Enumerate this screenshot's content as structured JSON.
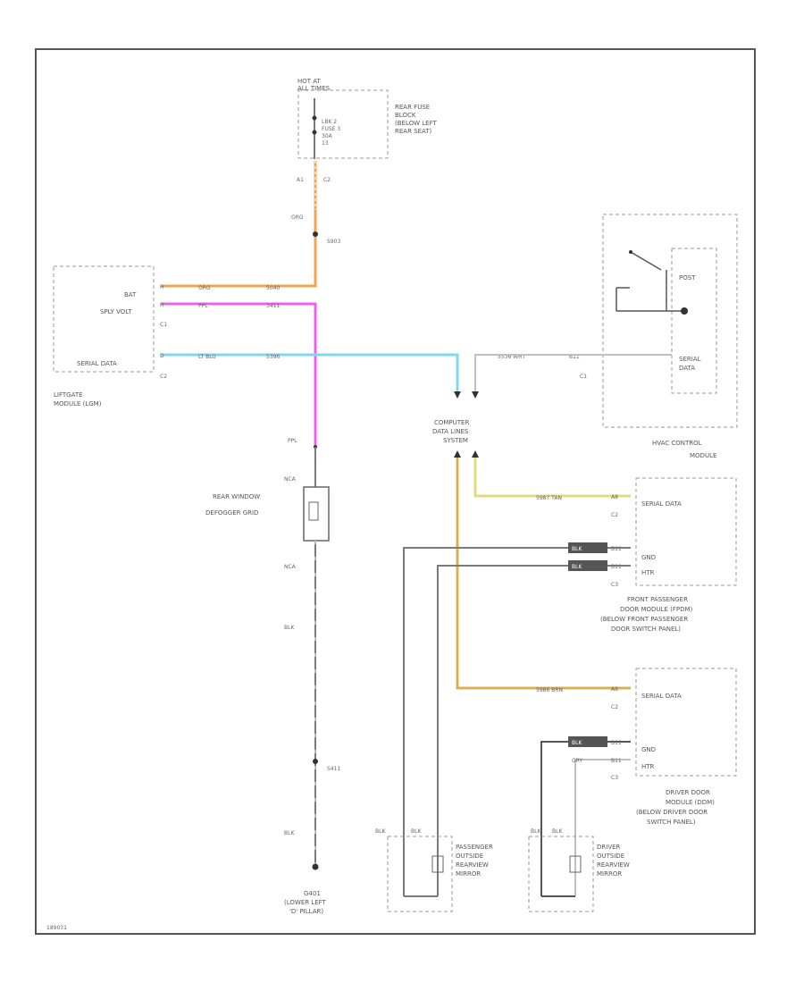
{
  "colors": {
    "orange": "#f4a450",
    "pink": "#f060f0",
    "cyan": "#80d8f0",
    "tan": "#d8b050",
    "yellow": "#e8d878",
    "gray": "#7a7a7a",
    "dark": "#444444"
  },
  "rear_fuse": {
    "hot": [
      "HOT AT",
      "ALL TIMES"
    ],
    "fuse": [
      "LBK 2",
      "FUSE 3",
      "30A"
    ],
    "fuse_num": "13",
    "box": [
      "REAR FUSE",
      "BLOCK",
      "(BELOW LEFT",
      "REAR SEAT)"
    ],
    "pin": "A1",
    "conn": "C2",
    "wire": "ORG",
    "splice": "S903"
  },
  "liftgate": {
    "labels": [
      "BAT",
      "SPLY VOLT",
      "SERIAL DATA"
    ],
    "pins": [
      "H",
      "H",
      "D"
    ],
    "conns": [
      "C1",
      "C2"
    ],
    "wires": [
      "ORG",
      "PPL",
      "LT BLU"
    ],
    "circuits": [
      "5040",
      "3411",
      "5396"
    ],
    "name": [
      "LIFTGATE",
      "MODULE (LGM)"
    ]
  },
  "defogger": {
    "wire_ppl": "PPL",
    "label": [
      "REAR WINDOW",
      "DEFOGGER GRID"
    ],
    "nca_top": "NCA",
    "nca_bot": "NCA",
    "wire_blk": "BLK",
    "splice": "S411",
    "wire_blk2": "BLK",
    "ground": [
      "G401",
      "(LOWER LEFT",
      "'D' PILLAR)"
    ]
  },
  "hvac": {
    "wire": "5536 WHT",
    "pin": "B11",
    "conn": "C1",
    "inner": [
      "POST"
    ],
    "serial": [
      "SERIAL",
      "DATA"
    ],
    "name": [
      "HVAC CONTROL",
      "MODULE"
    ]
  },
  "junction": {
    "label": [
      "COMPUTER",
      "DATA LINES",
      "SYSTEM"
    ]
  },
  "front_pass": {
    "wire_data": "5987 TAN",
    "pin_data": "A8",
    "conn_data": "C2",
    "serial": "SERIAL DATA",
    "wire_gnd1": "BLK",
    "pin_gnd1": "B11",
    "wire_gnd2": "BLK",
    "pin_gnd2": "B11",
    "gnd": "GND",
    "htr": "HTR",
    "conn": "C3",
    "name": [
      "FRONT PASSENGER",
      "DOOR MODULE (FPDM)",
      "(BELOW FRONT PASSENGER",
      "DOOR SWITCH PANEL)"
    ]
  },
  "driver_door": {
    "wire_data": "5986 BRN",
    "pin_data": "A8",
    "conn_data": "C2",
    "serial": "SERIAL DATA",
    "wire_gnd1": "BLK",
    "pin_gnd1": "B11",
    "wire_gnd2": "GRY",
    "pin_gnd2": "B11",
    "gnd": "GND",
    "htr": "HTR",
    "conn": "C3",
    "name": [
      "DRIVER DOOR",
      "MODULE (DDM)",
      "(BELOW DRIVER DOOR",
      "SWITCH PANEL)"
    ]
  },
  "pass_mirror": {
    "wires": [
      "BLK",
      "BLK"
    ],
    "name": [
      "PASSENGER",
      "OUTSIDE",
      "REARVIEW",
      "MIRROR"
    ]
  },
  "driver_mirror": {
    "wires": [
      "BLK",
      "BLK"
    ],
    "name": [
      "DRIVER",
      "OUTSIDE",
      "REARVIEW",
      "MIRROR"
    ]
  },
  "footer": {
    "code": "189031"
  }
}
